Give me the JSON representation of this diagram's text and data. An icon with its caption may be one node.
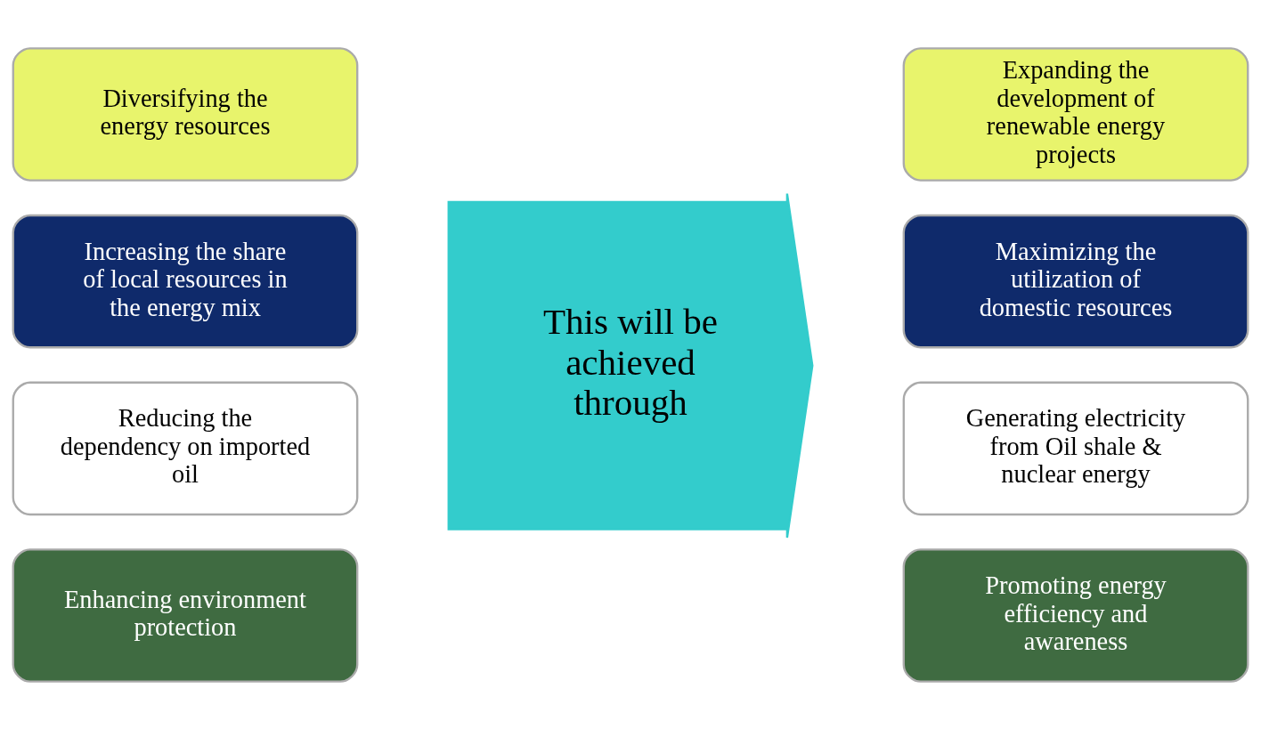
{
  "diagram": {
    "nodes": [
      {
        "text": [
          "Diversifying the energy resources"
        ]
      },
      {
        "text": [
          "Increasing the share of local resources in the energy mix"
        ]
      },
      {
        "text": [
          "Reducing the dependency on imported oil"
        ]
      },
      {
        "text": [
          "Enhancing environment protection"
        ]
      },
      {
        "text": [
          "This will be achieved through"
        ]
      },
      {
        "text": [
          "Expanding the development of renewable energy projects"
        ]
      },
      {
        "text": [
          "Maximizing the utilization of domestic resources"
        ]
      },
      {
        "text": [
          "Generating electricity from Oil shale & nuclear energy"
        ]
      },
      {
        "text": [
          "Promoting energy efficiency and awareness"
        ]
      }
    ],
    "edges": []
  }
}
